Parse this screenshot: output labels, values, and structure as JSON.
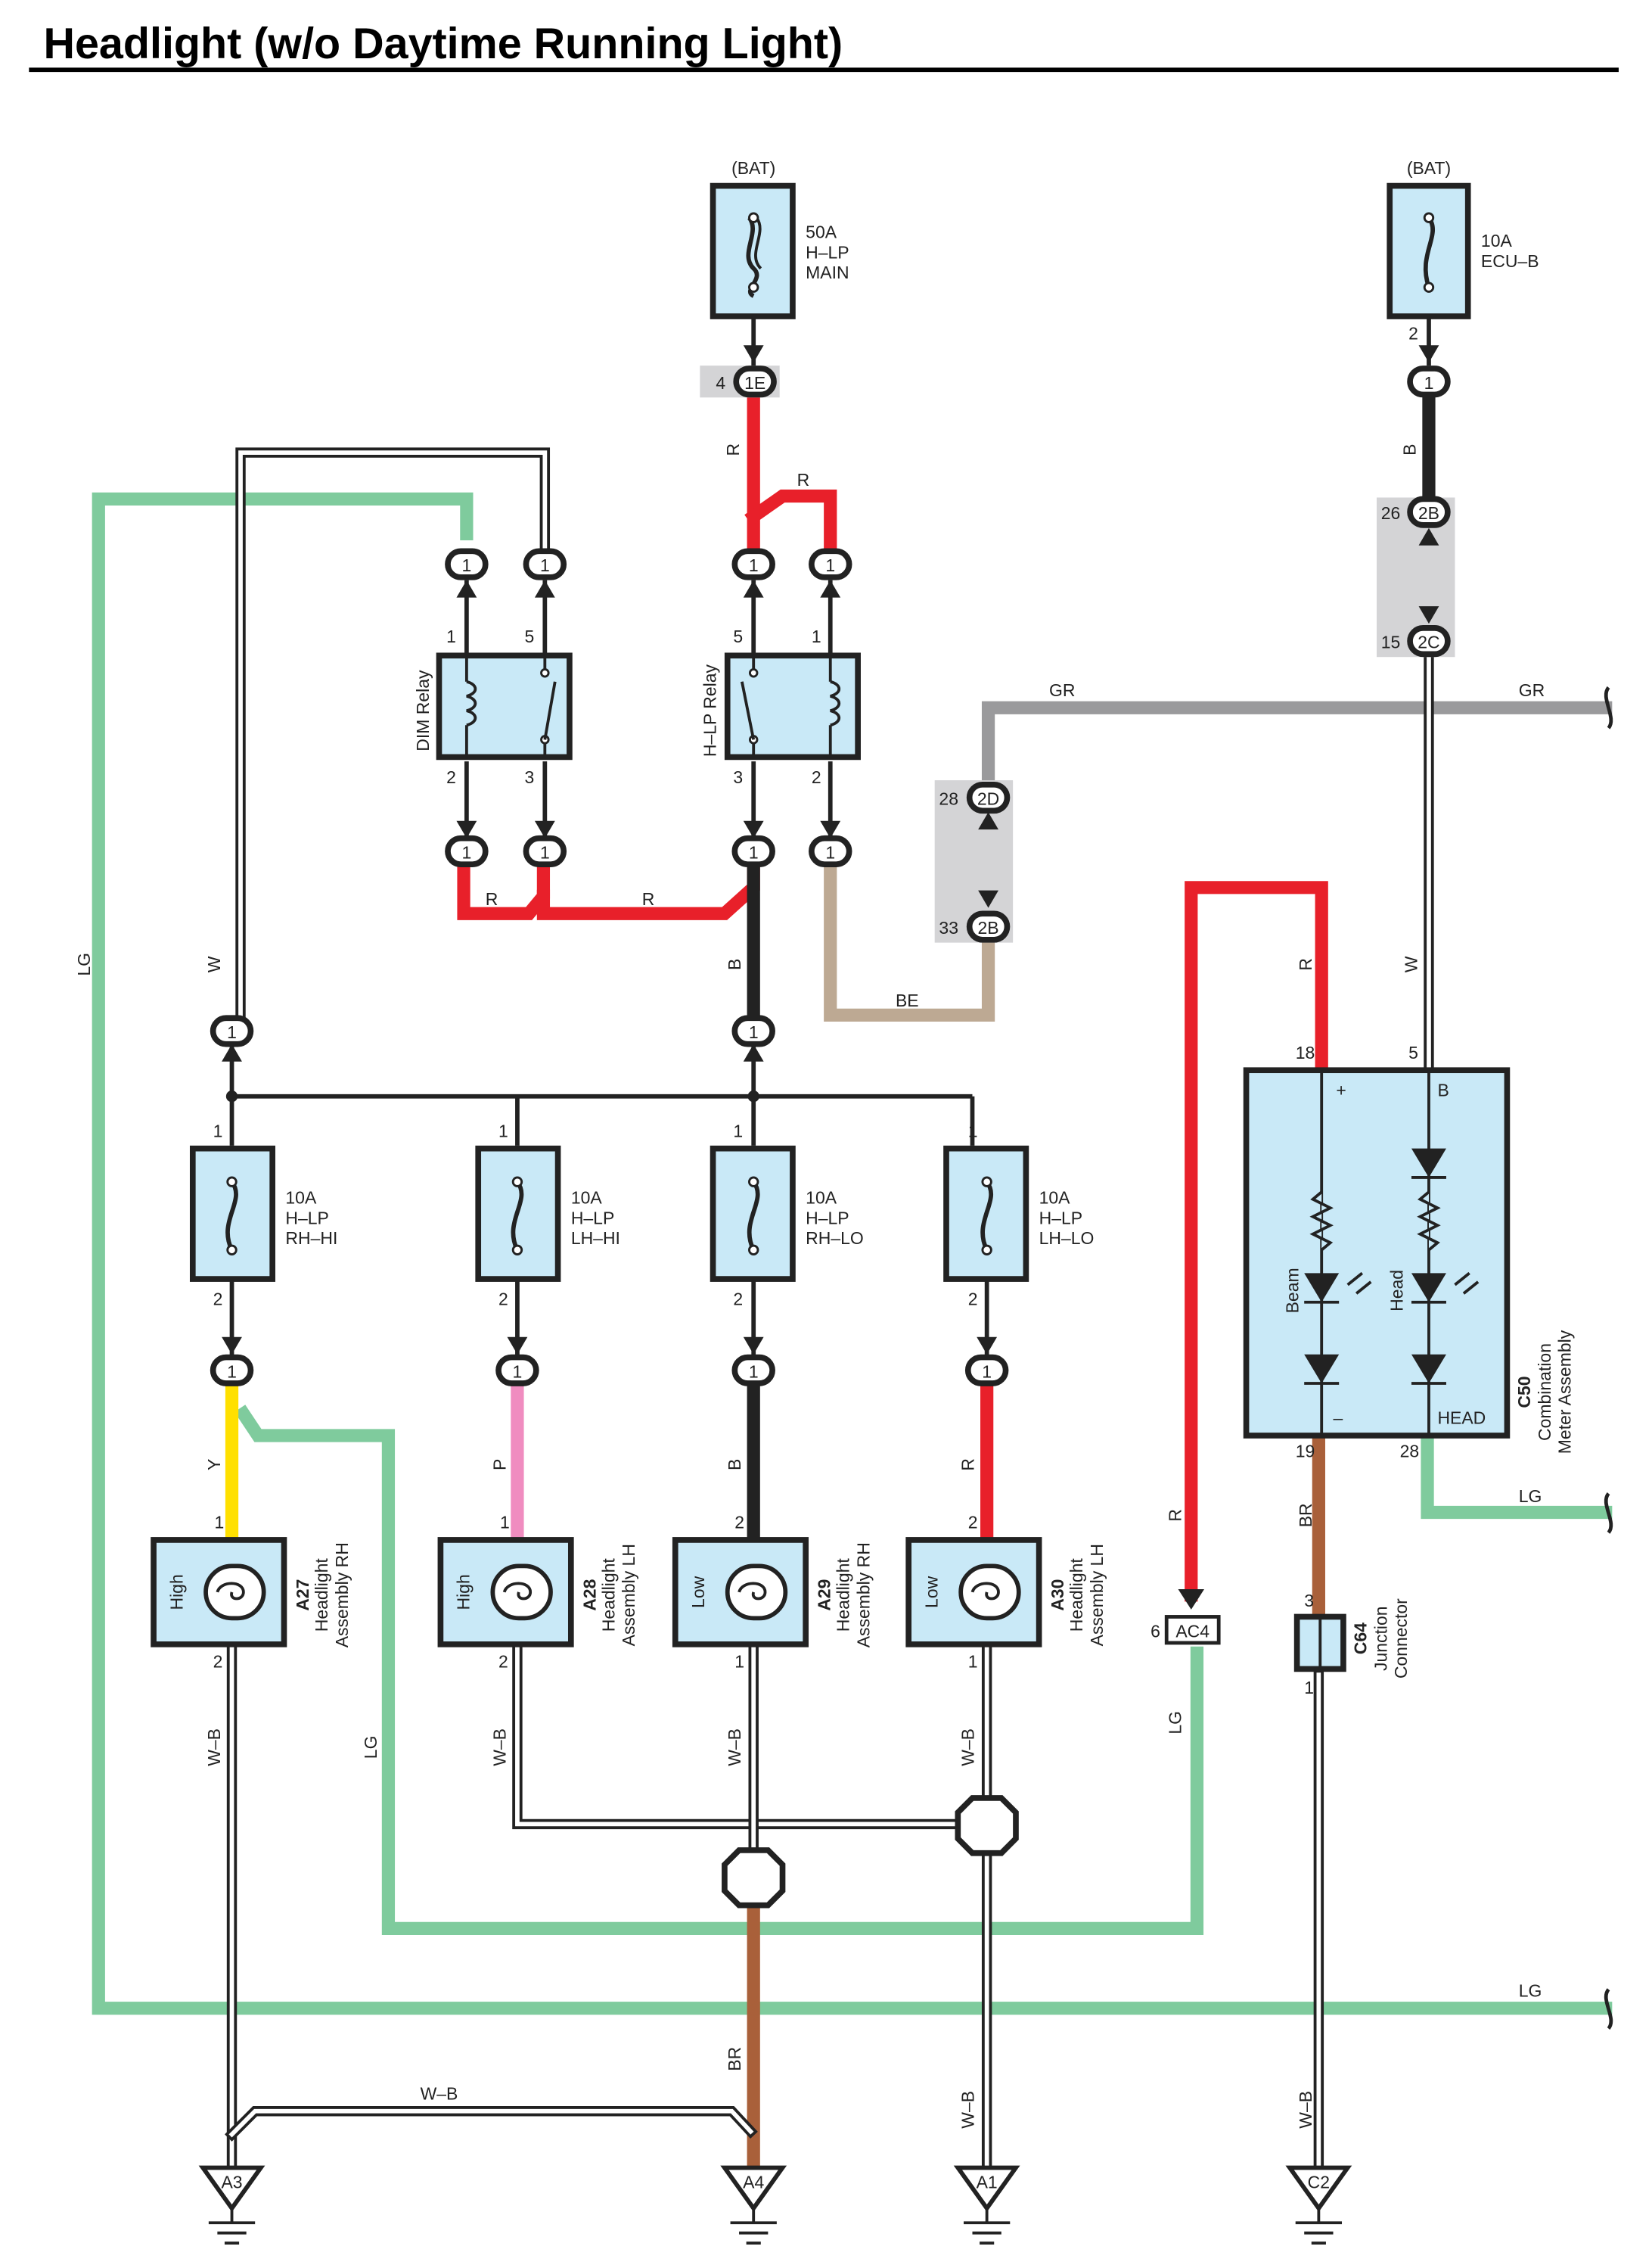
{
  "title": "Headlight (w/o Daytime Running Light)",
  "colors": {
    "red": "#e8202a",
    "black": "#222222",
    "lightgreen": "#7fcb9d",
    "gray": "#9a9a9c",
    "beige": "#bda993",
    "brown": "#a9603a",
    "yellow": "#ffe000",
    "pink": "#f08cc0",
    "component": "#c9e9f7",
    "connector_bg": "#d4d4d6"
  },
  "sources": {
    "bat_left": "(BAT)",
    "bat_right": "(BAT)"
  },
  "fuses": {
    "main": {
      "amp": "50A",
      "l1": "H–LP",
      "l2": "MAIN"
    },
    "ecub": {
      "amp": "10A",
      "l1": "ECU–B"
    },
    "rh_hi": {
      "amp": "10A",
      "l1": "H–LP",
      "l2": "RH–HI"
    },
    "lh_hi": {
      "amp": "10A",
      "l1": "H–LP",
      "l2": "LH–HI"
    },
    "rh_lo": {
      "amp": "10A",
      "l1": "H–LP",
      "l2": "RH–LO"
    },
    "lh_lo": {
      "amp": "10A",
      "l1": "H–LP",
      "l2": "LH–LO"
    }
  },
  "relays": {
    "dim": "DIM Relay",
    "hlp": "H–LP Relay"
  },
  "connectors": {
    "c1": "1",
    "c1e": "1E",
    "c2b": "2B",
    "c2c": "2C",
    "c2d": "2D",
    "ac4": "AC4"
  },
  "pins": {
    "p1": "1",
    "p2": "2",
    "p3": "3",
    "p4": "4",
    "p5": "5",
    "p6": "6",
    "p15": "15",
    "p18": "18",
    "p19": "19",
    "p26": "26",
    "p28": "28",
    "p33": "33"
  },
  "wires": {
    "R": "R",
    "B": "B",
    "LG": "LG",
    "W": "W",
    "GR": "GR",
    "BE": "BE",
    "Y": "Y",
    "P": "P",
    "WB": "W–B",
    "BR": "BR"
  },
  "headlights": {
    "a27": {
      "code": "A27",
      "name1": "Headlight",
      "name2": "Assembly RH",
      "beam": "High"
    },
    "a28": {
      "code": "A28",
      "name1": "Headlight",
      "name2": "Assembly LH",
      "beam": "High"
    },
    "a29": {
      "code": "A29",
      "name1": "Headlight",
      "name2": "Assembly RH",
      "beam": "Low"
    },
    "a30": {
      "code": "A30",
      "name1": "Headlight",
      "name2": "Assembly LH",
      "beam": "Low"
    }
  },
  "meter": {
    "code": "C50",
    "name1": "Combination",
    "name2": "Meter Assembly",
    "plus": "+",
    "minus": "–",
    "b": "B",
    "beam": "Beam",
    "head": "Head",
    "head_caps": "HEAD"
  },
  "junction": {
    "code": "C64",
    "name1": "Junction",
    "name2": "Connector"
  },
  "grounds": {
    "a3": "A3",
    "a4": "A4",
    "a1": "A1",
    "c2": "C2"
  }
}
